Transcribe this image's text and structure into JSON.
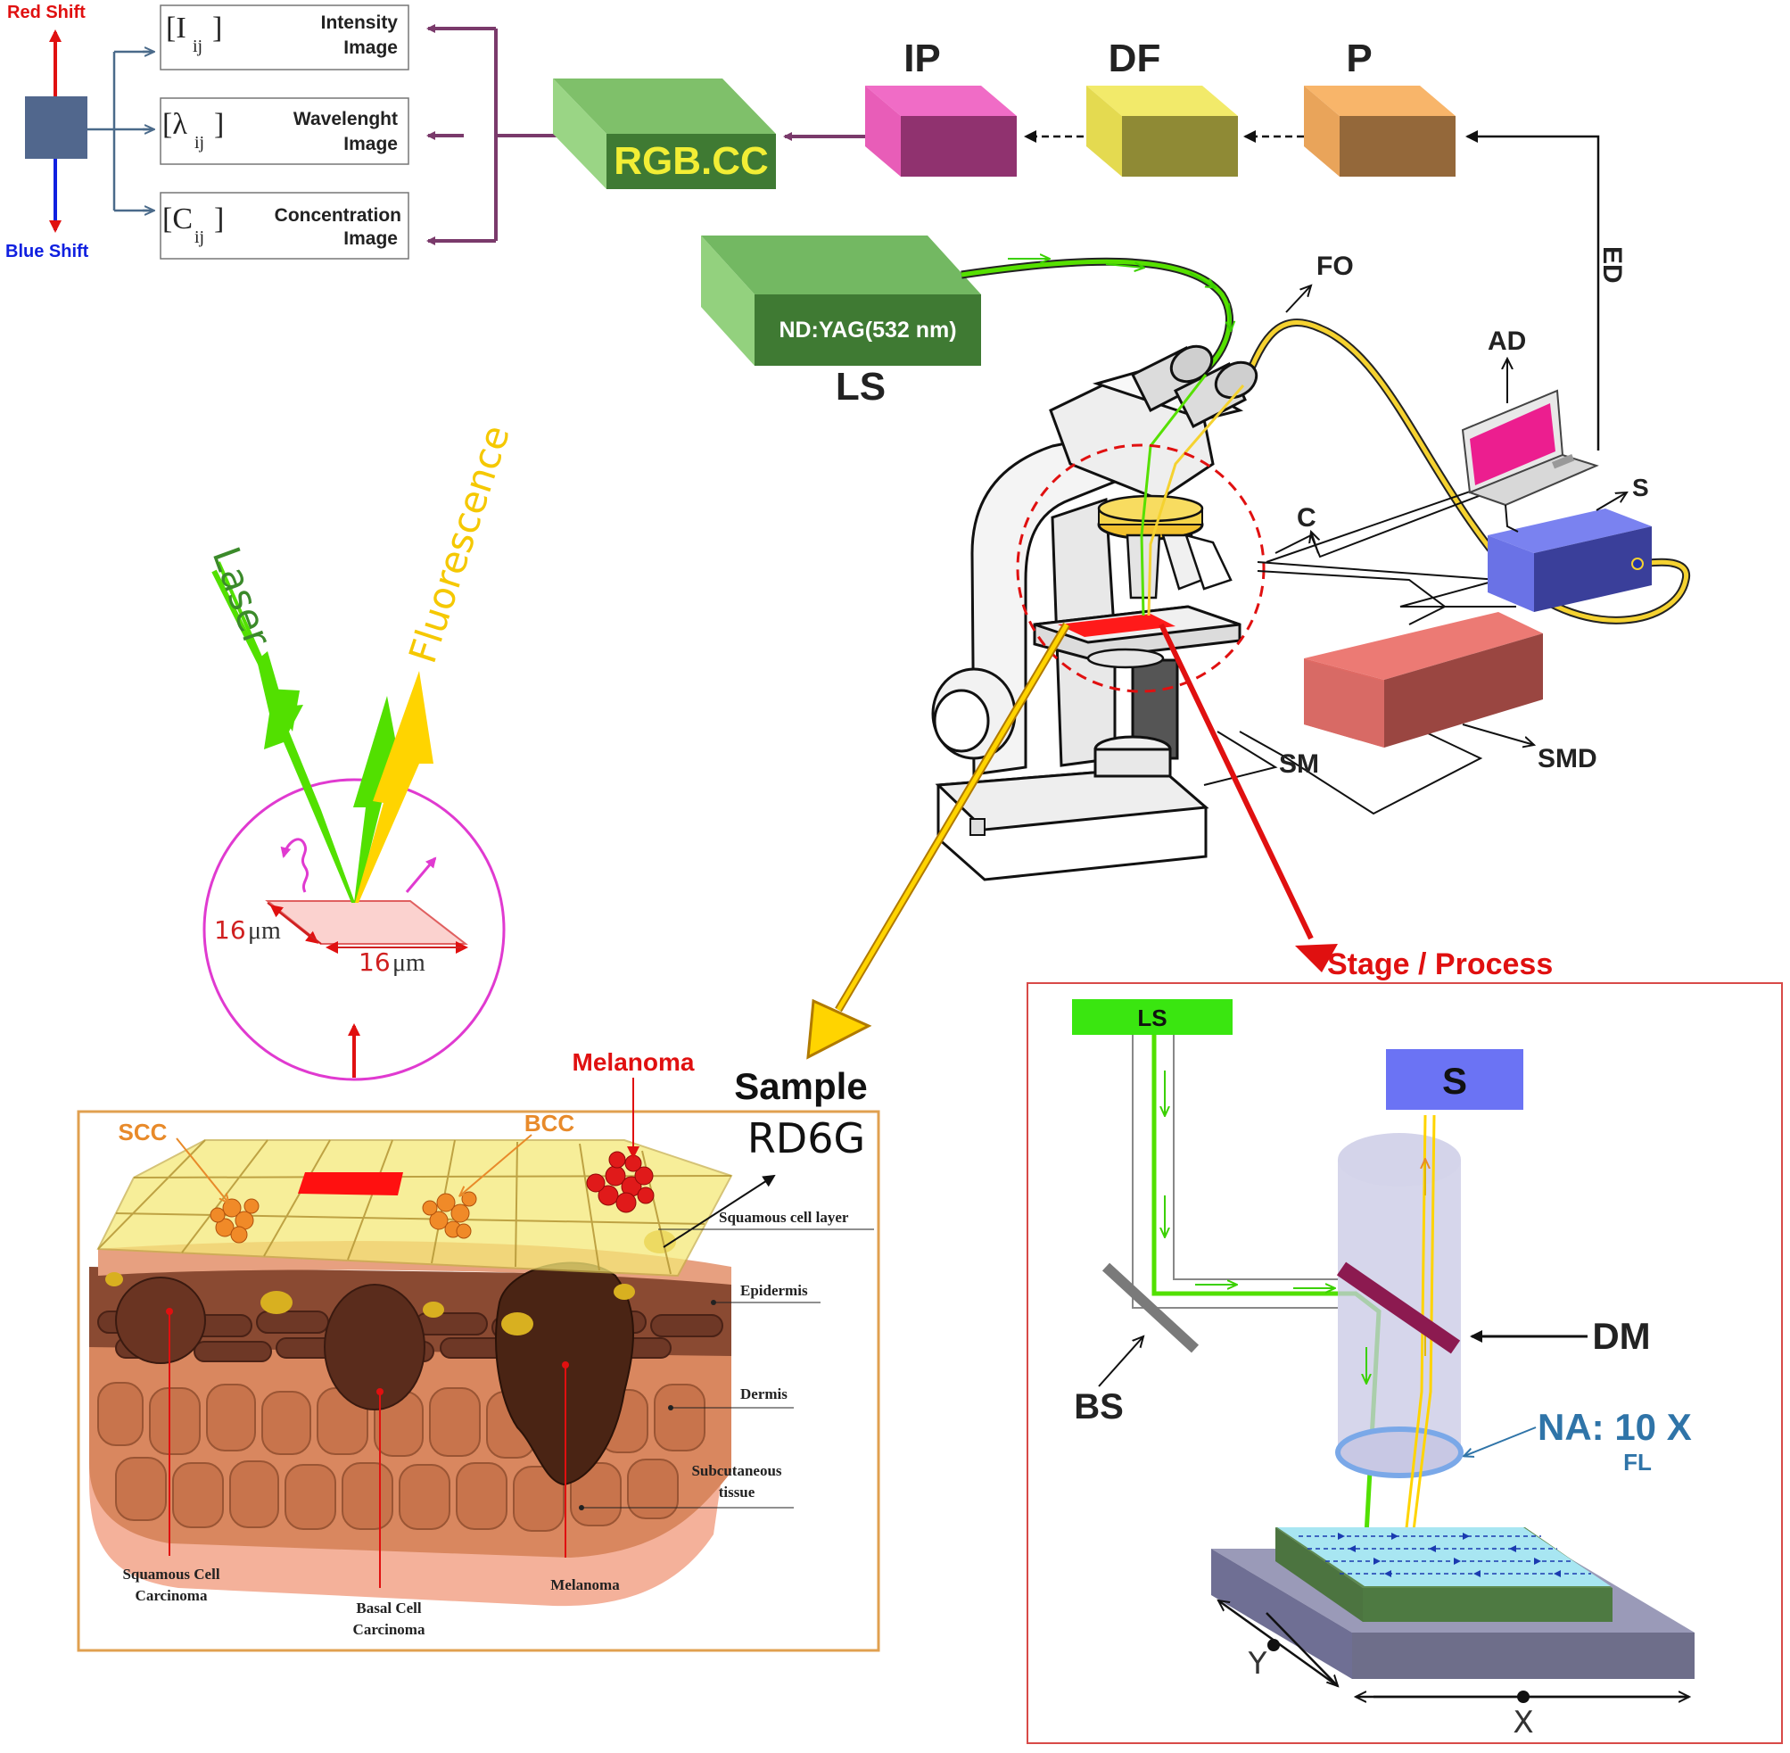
{
  "colors": {
    "laser_green": "#44e000",
    "fluorescence_yellow": "#ffd400",
    "arrow_red": "#ff0000",
    "purple_line": "#7a3a6b",
    "rgbcc_green": "#4e8a3e",
    "ip_magenta": "#d94fa8",
    "df_yellow": "#e8de4a",
    "p_orange": "#e7a45a",
    "spectrometer_blue": "#5b63e0",
    "smd_red": "#d8635f",
    "process_border": "#d84a48",
    "sample_border": "#e0a050",
    "na_blue": "#2f74a8"
  },
  "image_legend": {
    "red_shift": "Red Shift",
    "blue_shift": "Blue Shift",
    "intensity": {
      "symbol": "I",
      "sub": "ij",
      "label1": "Intensity",
      "label2": "Image"
    },
    "wavelength": {
      "symbol": "λ",
      "sub": "ij",
      "label1": "Wavelenght",
      "label2": "Image"
    },
    "concentration": {
      "symbol": "C",
      "sub": "ij",
      "label1": "Concentration",
      "label2": "Image"
    }
  },
  "pipeline": {
    "rgbcc": "RGB.CC",
    "ip": "IP",
    "df": "DF",
    "p": "P",
    "ed": "ED"
  },
  "laser_source": {
    "box_label": "ND:YAG(532 nm)",
    "name": "LS"
  },
  "setup_labels": {
    "fo": "FO",
    "ad": "AD",
    "s": "S",
    "c": "C",
    "sm": "SM",
    "smd": "SMD"
  },
  "spot": {
    "laser": "Laser",
    "fluorescence": "Fluorescence",
    "dim1_num": "16",
    "dim1_unit": "μm",
    "dim2_num": "16",
    "dim2_unit": "μm"
  },
  "sample": {
    "title": "Sample",
    "dye": "RD6G",
    "scc": "SCC",
    "bcc": "BCC",
    "melanoma_top": "Melanoma",
    "squamous_layer": "Squamous cell layer",
    "epidermis": "Epidermis",
    "dermis": "Dermis",
    "subcutaneous_1": "Subcutaneous",
    "subcutaneous_2": "tissue",
    "scc_full_1": "Squamous Cell",
    "scc_full_2": "Carcinoma",
    "bcc_full_1": "Basal Cell",
    "bcc_full_2": "Carcinoma",
    "melanoma_bottom": "Melanoma"
  },
  "process": {
    "title": "Stage / Process",
    "ls": "LS",
    "s": "S",
    "bs": "BS",
    "dm": "DM",
    "na": "NA:  10 X",
    "fl": "FL",
    "x": "X",
    "y": "Y"
  }
}
